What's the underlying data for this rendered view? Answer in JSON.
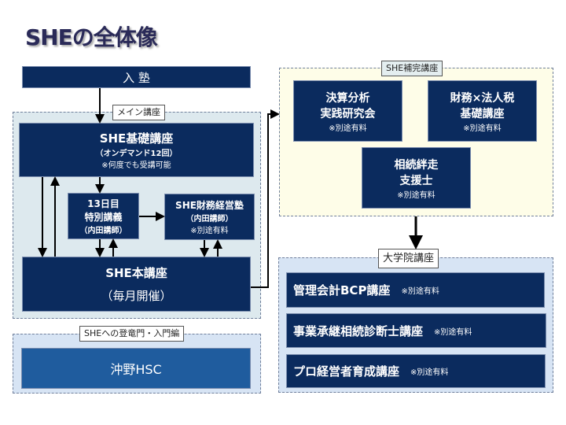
{
  "title": "SHEの全体像",
  "entry": "入 塾",
  "main": {
    "label": "メイン講座",
    "basic": {
      "title": "SHE基礎講座",
      "sub": "（オンデマンド12回）",
      "note": "※何度でも受講可能"
    },
    "special": {
      "line1": "13日目",
      "line2": "特別講義",
      "line3": "（内田講師）"
    },
    "finance": {
      "title": "SHE財務経営塾",
      "sub": "（内田講師）",
      "note": "※別途有料"
    },
    "core": {
      "title": "SHE本講座",
      "sub": "（毎月開催）"
    }
  },
  "intro": {
    "label": "SHEへの登竜門・入門編",
    "box": "沖野HSC"
  },
  "supplement": {
    "label": "SHE補完講座",
    "items": [
      {
        "line1": "決算分析",
        "line2": "実践研究会",
        "note": "※別途有料"
      },
      {
        "line1": "財務×法人税",
        "line2": "基礎講座",
        "note": "※別途有料"
      },
      {
        "line1": "相続絆走",
        "line2": "支援士",
        "note": "※別途有料"
      }
    ]
  },
  "graduate": {
    "label": "大学院講座",
    "items": [
      {
        "title": "管理会計BCP講座",
        "note": "※別途有料"
      },
      {
        "title": "事業承継相続診断士講座",
        "note": "※別途有料"
      },
      {
        "title": "プロ経営者育成講座",
        "note": "※別途有料"
      }
    ]
  },
  "colors": {
    "navy": "#0b2b5e",
    "blue": "#1f5c9e",
    "main_bg": "#dde9ee",
    "light_blue_bg": "#d7e4f4",
    "cream_bg": "#fefde8"
  }
}
